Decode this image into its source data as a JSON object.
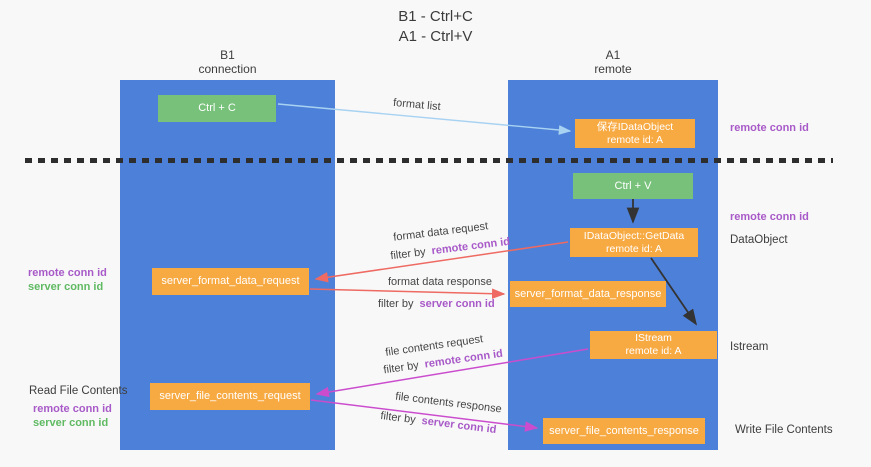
{
  "title": {
    "line1": "B1 - Ctrl+C",
    "line2": "A1 - Ctrl+V"
  },
  "lanes": {
    "left": {
      "name": "B1",
      "sub": "connection"
    },
    "right": {
      "name": "A1",
      "sub": "remote"
    }
  },
  "nodes": {
    "ctrl_c": {
      "label": "Ctrl + C"
    },
    "ctrl_v": {
      "label": "Ctrl + V"
    },
    "save_dataobject": {
      "line1": "保存IDataObject",
      "line2": "remote id: A"
    },
    "getdata": {
      "line1": "IDataObject::GetData",
      "line2": "remote id: A"
    },
    "istream": {
      "line1": "IStream",
      "line2": "remote id: A"
    },
    "server_format_data_request": {
      "label": "server_format_data_request"
    },
    "server_format_data_response": {
      "label": "server_format_data_response"
    },
    "server_file_contents_request": {
      "label": "server_file_contents_request"
    },
    "server_file_contents_response": {
      "label": "server_file_contents_response"
    }
  },
  "edge_labels": {
    "format_list": "format list",
    "format_data_request": "format data request",
    "format_data_request_filter_prefix": "filter by",
    "format_data_request_filter_key": "remote conn id",
    "format_data_response": "format data response",
    "format_data_response_filter_prefix": "filter by",
    "format_data_response_filter_key": "server conn id",
    "file_contents_request": "file contents request",
    "file_contents_request_filter_prefix": "filter by",
    "file_contents_request_filter_key": "remote conn id",
    "file_contents_response": "file contents response",
    "file_contents_response_filter_prefix": "filter by",
    "file_contents_response_filter_key": "server conn id"
  },
  "side_labels": {
    "right_top_remote_conn_id": "remote conn id",
    "right_mid_remote_conn_id": "remote conn id",
    "right_dataobject": "DataObject",
    "right_istream": "Istream",
    "right_write_file_contents": "Write File Contents",
    "left_remote_conn_id_1": "remote conn id",
    "left_server_conn_id_1": "server conn id",
    "left_read_file_contents": "Read File Contents",
    "left_remote_conn_id_2": "remote conn id",
    "left_server_conn_id_2": "server conn id"
  },
  "colors": {
    "panel_blue": "#4d80d8",
    "box_green": "#78c17b",
    "box_orange": "#f7a942",
    "arrow_red": "#ee6a62",
    "arrow_magenta": "#cb4dce",
    "arrow_light_blue": "#a8d2f2",
    "arrow_black": "#333333",
    "text_purple": "#a85ac8",
    "text_green": "#5fba62"
  }
}
